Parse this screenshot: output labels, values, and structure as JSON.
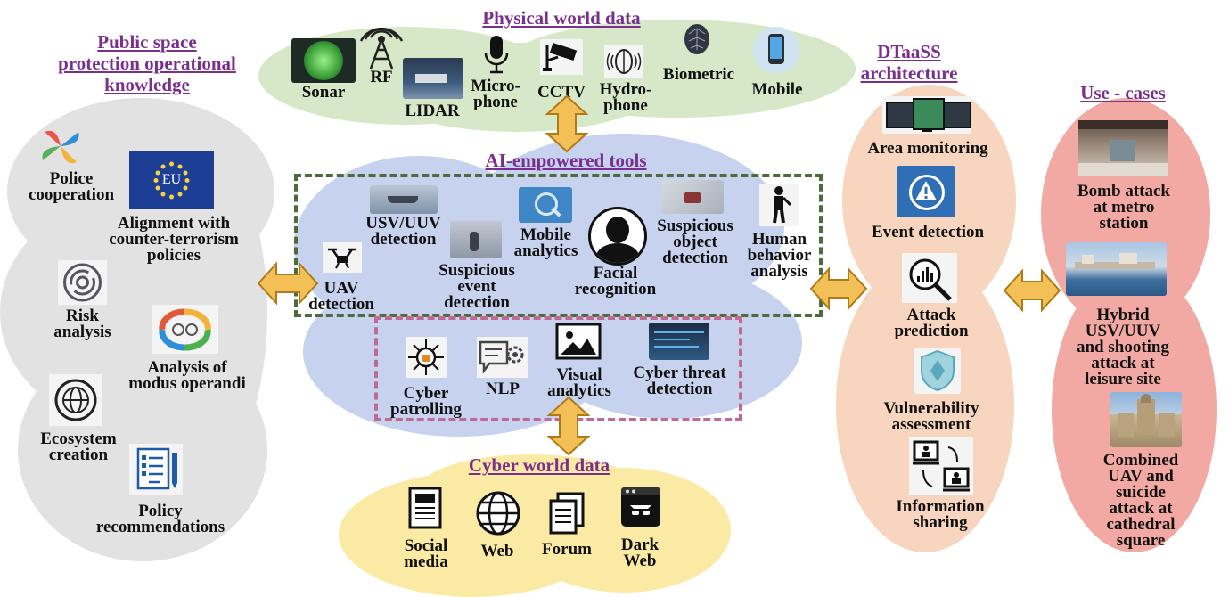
{
  "colors": {
    "title": "#7a2f8f",
    "arrow_fill": "#f2c056",
    "arrow_stroke": "#b07a16",
    "green_dash": "#4e6b3e",
    "pink_dash": "#c06a93",
    "cloud_gray": "#e2e2e2",
    "cloud_green": "#d7e8c9",
    "cloud_blue": "#c6d2ee",
    "cloud_yellow": "#fbeaa4",
    "cloud_peach": "#f7d5bf",
    "cloud_red": "#f2a9a3"
  },
  "sections": {
    "public": {
      "title": "Public space\nprotection operational\nknowledge",
      "items": {
        "police": "Police\ncooperation",
        "eu_badge": "EU",
        "alignment": "Alignment with\ncounter-terrorism\npolicies",
        "risk": "Risk\nanalysis",
        "modus": "Analysis of\nmodus operandi",
        "ecosystem": "Ecosystem\ncreation",
        "policy": "Policy\nrecommendations"
      }
    },
    "physical": {
      "title": "Physical world data",
      "items": {
        "sonar": "Sonar",
        "rf": "RF",
        "lidar": "LIDAR",
        "microphone": "Micro-\nphone",
        "cctv": "CCTV",
        "hydrophone": "Hydro-\nphone",
        "biometric": "Biometric",
        "mobile": "Mobile"
      }
    },
    "ai": {
      "title": "AI-empowered tools",
      "items": {
        "usv": "USV/UUV\ndetection",
        "suspicious_event": "Suspicious\nevent\ndetection",
        "mobile_analytics": "Mobile\nanalytics",
        "facial": "Facial\nrecognition",
        "suspicious_object": "Suspicious\nobject\ndetection",
        "human_behavior": "Human\nbehavior\nanalysis",
        "uav": "UAV\ndetection",
        "cyber_patrolling": "Cyber\npatrolling",
        "nlp": "NLP",
        "visual_analytics": "Visual\nanalytics",
        "cyber_threat": "Cyber threat\ndetection"
      }
    },
    "cyber": {
      "title": "Cyber world data",
      "items": {
        "social": "Social\nmedia",
        "web": "Web",
        "forum": "Forum",
        "dark_web": "Dark\nWeb"
      }
    },
    "dtaass": {
      "title": "DTaaSS\narchitecture",
      "items": {
        "area": "Area monitoring",
        "event": "Event detection",
        "attack": "Attack\nprediction",
        "vulnerability": "Vulnerability\nassessment",
        "info": "Information\nsharing"
      }
    },
    "usecases": {
      "title": "Use - cases",
      "items": {
        "bomb": "Bomb attack\nat metro\nstation",
        "hybrid": "Hybrid\nUSV/UUV\nand shooting\nattack at\nleisure site",
        "combined": "Combined\nUAV and\nsuicide\nattack at\ncathedral\nsquare"
      }
    }
  }
}
